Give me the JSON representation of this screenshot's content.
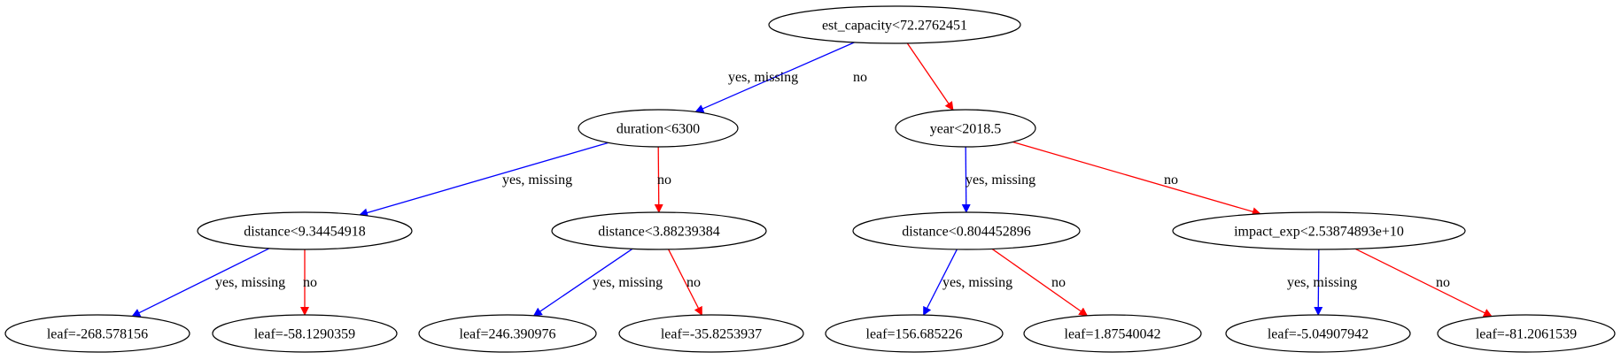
{
  "colors": {
    "yes_edge": "#0000ff",
    "no_edge": "#ff0000",
    "node_stroke": "#000000"
  },
  "nodes": [
    {
      "id": "n0",
      "label": "est_capacity<72.2762451"
    },
    {
      "id": "n1",
      "label": "duration<6300"
    },
    {
      "id": "n2",
      "label": "year<2018.5"
    },
    {
      "id": "n3",
      "label": "distance<9.34454918"
    },
    {
      "id": "n4",
      "label": "distance<3.88239384"
    },
    {
      "id": "n5",
      "label": "distance<0.804452896"
    },
    {
      "id": "n6",
      "label": "impact_exp<2.53874893e+10"
    },
    {
      "id": "l0",
      "label": "leaf=-268.578156"
    },
    {
      "id": "l1",
      "label": "leaf=-58.1290359"
    },
    {
      "id": "l2",
      "label": "leaf=246.390976"
    },
    {
      "id": "l3",
      "label": "leaf=-35.8253937"
    },
    {
      "id": "l4",
      "label": "leaf=156.685226"
    },
    {
      "id": "l5",
      "label": "leaf=1.87540042"
    },
    {
      "id": "l6",
      "label": "leaf=-5.04907942"
    },
    {
      "id": "l7",
      "label": "leaf=-81.2061539"
    }
  ],
  "edges": [
    {
      "from": "n0",
      "to": "n1",
      "label": "yes, missing",
      "kind": "yes"
    },
    {
      "from": "n0",
      "to": "n2",
      "label": "no",
      "kind": "no"
    },
    {
      "from": "n1",
      "to": "n3",
      "label": "yes, missing",
      "kind": "yes"
    },
    {
      "from": "n1",
      "to": "n4",
      "label": "no",
      "kind": "no"
    },
    {
      "from": "n2",
      "to": "n5",
      "label": "yes, missing",
      "kind": "yes"
    },
    {
      "from": "n2",
      "to": "n6",
      "label": "no",
      "kind": "no"
    },
    {
      "from": "n3",
      "to": "l0",
      "label": "yes, missing",
      "kind": "yes"
    },
    {
      "from": "n3",
      "to": "l1",
      "label": "no",
      "kind": "no"
    },
    {
      "from": "n4",
      "to": "l2",
      "label": "yes, missing",
      "kind": "yes"
    },
    {
      "from": "n4",
      "to": "l3",
      "label": "no",
      "kind": "no"
    },
    {
      "from": "n5",
      "to": "l4",
      "label": "yes, missing",
      "kind": "yes"
    },
    {
      "from": "n5",
      "to": "l5",
      "label": "no",
      "kind": "no"
    },
    {
      "from": "n6",
      "to": "l6",
      "label": "yes, missing",
      "kind": "yes"
    },
    {
      "from": "n6",
      "to": "l7",
      "label": "no",
      "kind": "no"
    }
  ]
}
